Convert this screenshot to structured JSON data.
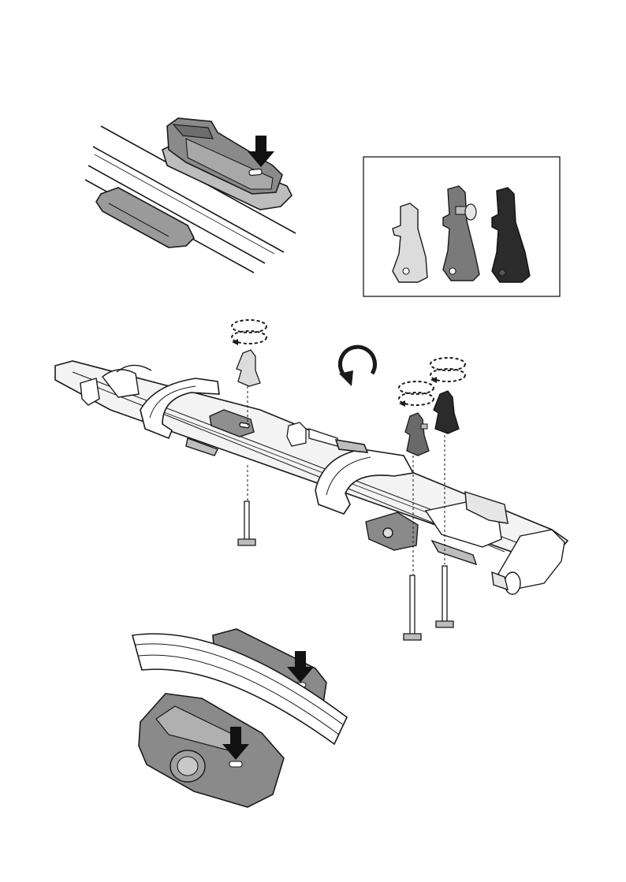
{
  "page": {
    "background": "#ffffff"
  },
  "figures": {
    "top_detail": {
      "shows": "crossbar-adapter-with-press-arrow"
    },
    "inset": {
      "parts": [
        "light-grey-bracket",
        "mid-grey-bracket-with-knob",
        "black-bracket"
      ]
    },
    "main": {
      "parts": [
        "bike-carrier-rail",
        "frame-holder-arch",
        "front-wheel-holder",
        "rear-wheel-tray",
        "t-bolt-left",
        "t-bolt-middle",
        "t-bolt-right",
        "bracket-light",
        "bracket-mid",
        "bracket-dark",
        "rotate-arrow"
      ]
    },
    "bottom_detail": {
      "shows": "t-track-adapter-with-two-press-arrows"
    }
  },
  "colors": {
    "line": "#1a1a1a",
    "light_grey": "#d9d9d9",
    "mid_grey": "#7d7d7d",
    "dark_grey": "#5e5e5e",
    "black_part": "#2b2b2b",
    "rail_fill": "#f2f2f2"
  },
  "icons": [
    "arrow-down-icon",
    "rotate-clockwise-icon",
    "dashed-rotation-icon"
  ]
}
